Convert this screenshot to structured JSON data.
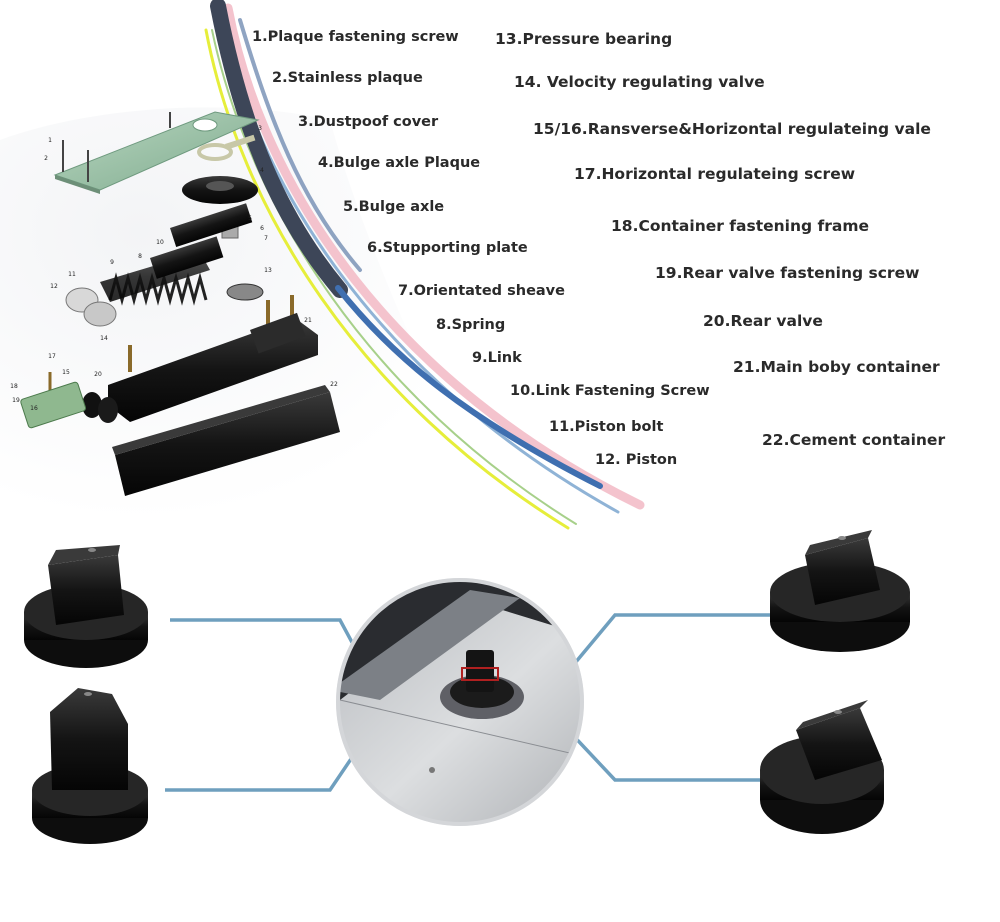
{
  "parts_left": [
    "1.Plaque fastening screw",
    "2.Stainless plaque",
    "3.Dustpoof cover",
    "4.Bulge axle Plaque",
    "5.Bulge axle",
    "6.Stupporting plate",
    "7.Orientated sheave",
    "8.Spring",
    "9.Link",
    "10.Link Fastening Screw",
    "11.Piston bolt",
    "12. Piston"
  ],
  "parts_right": [
    "13.Pressure bearing",
    "14. Velocity regulating valve",
    "15/16.Ransverse&Horizontal regulateing vale",
    "17.Horizontal regulateing screw",
    "18.Container fastening frame",
    "19.Rear valve fastening screw",
    "20.Rear valve",
    "21.Main boby container",
    "22.Cement container"
  ],
  "callout_numbers": [
    "1",
    "2",
    "3",
    "4",
    "5",
    "6",
    "7",
    "8",
    "9",
    "10",
    "11",
    "12",
    "13",
    "14",
    "15",
    "16",
    "17",
    "18",
    "19",
    "20",
    "21",
    "22"
  ],
  "colors": {
    "label_text": "#2a2a2a",
    "leader_line": "#6f9fbe",
    "stripe_dark": "#3d4658",
    "stripe_blue": "#3f6fb0",
    "stripe_pink": "#f2b8c4",
    "stripe_yellow": "#e6ee3a",
    "stripe_green": "#a7d08a",
    "part_black": "#1a1a1a",
    "plate_steel": "#c9ccd0"
  },
  "icons": [
    "spindle-cap-icon"
  ]
}
